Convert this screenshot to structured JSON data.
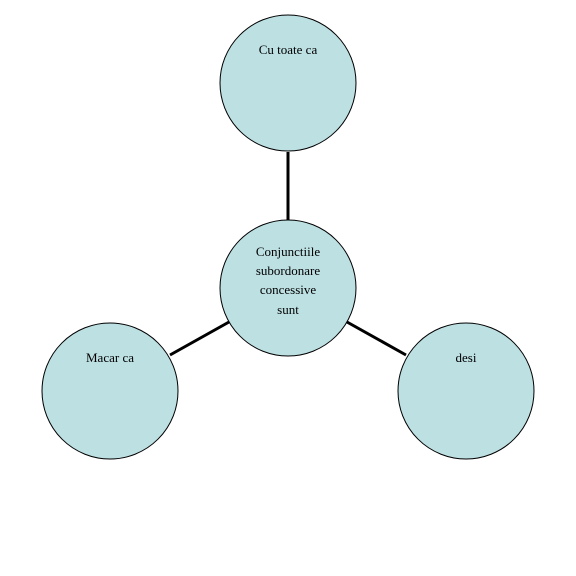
{
  "diagram": {
    "type": "radial",
    "colors": {
      "node_fill": "#bde0e3",
      "node_stroke": "#000000",
      "connector": "#000000",
      "background": "#ffffff"
    },
    "center": {
      "lines": [
        "Conjunctiile",
        "subordonare",
        "concessive",
        "sunt"
      ]
    },
    "nodes": [
      {
        "id": "top",
        "label": "Cu toate ca"
      },
      {
        "id": "left",
        "label": "Macar ca"
      },
      {
        "id": "right",
        "label": "desi"
      }
    ]
  }
}
